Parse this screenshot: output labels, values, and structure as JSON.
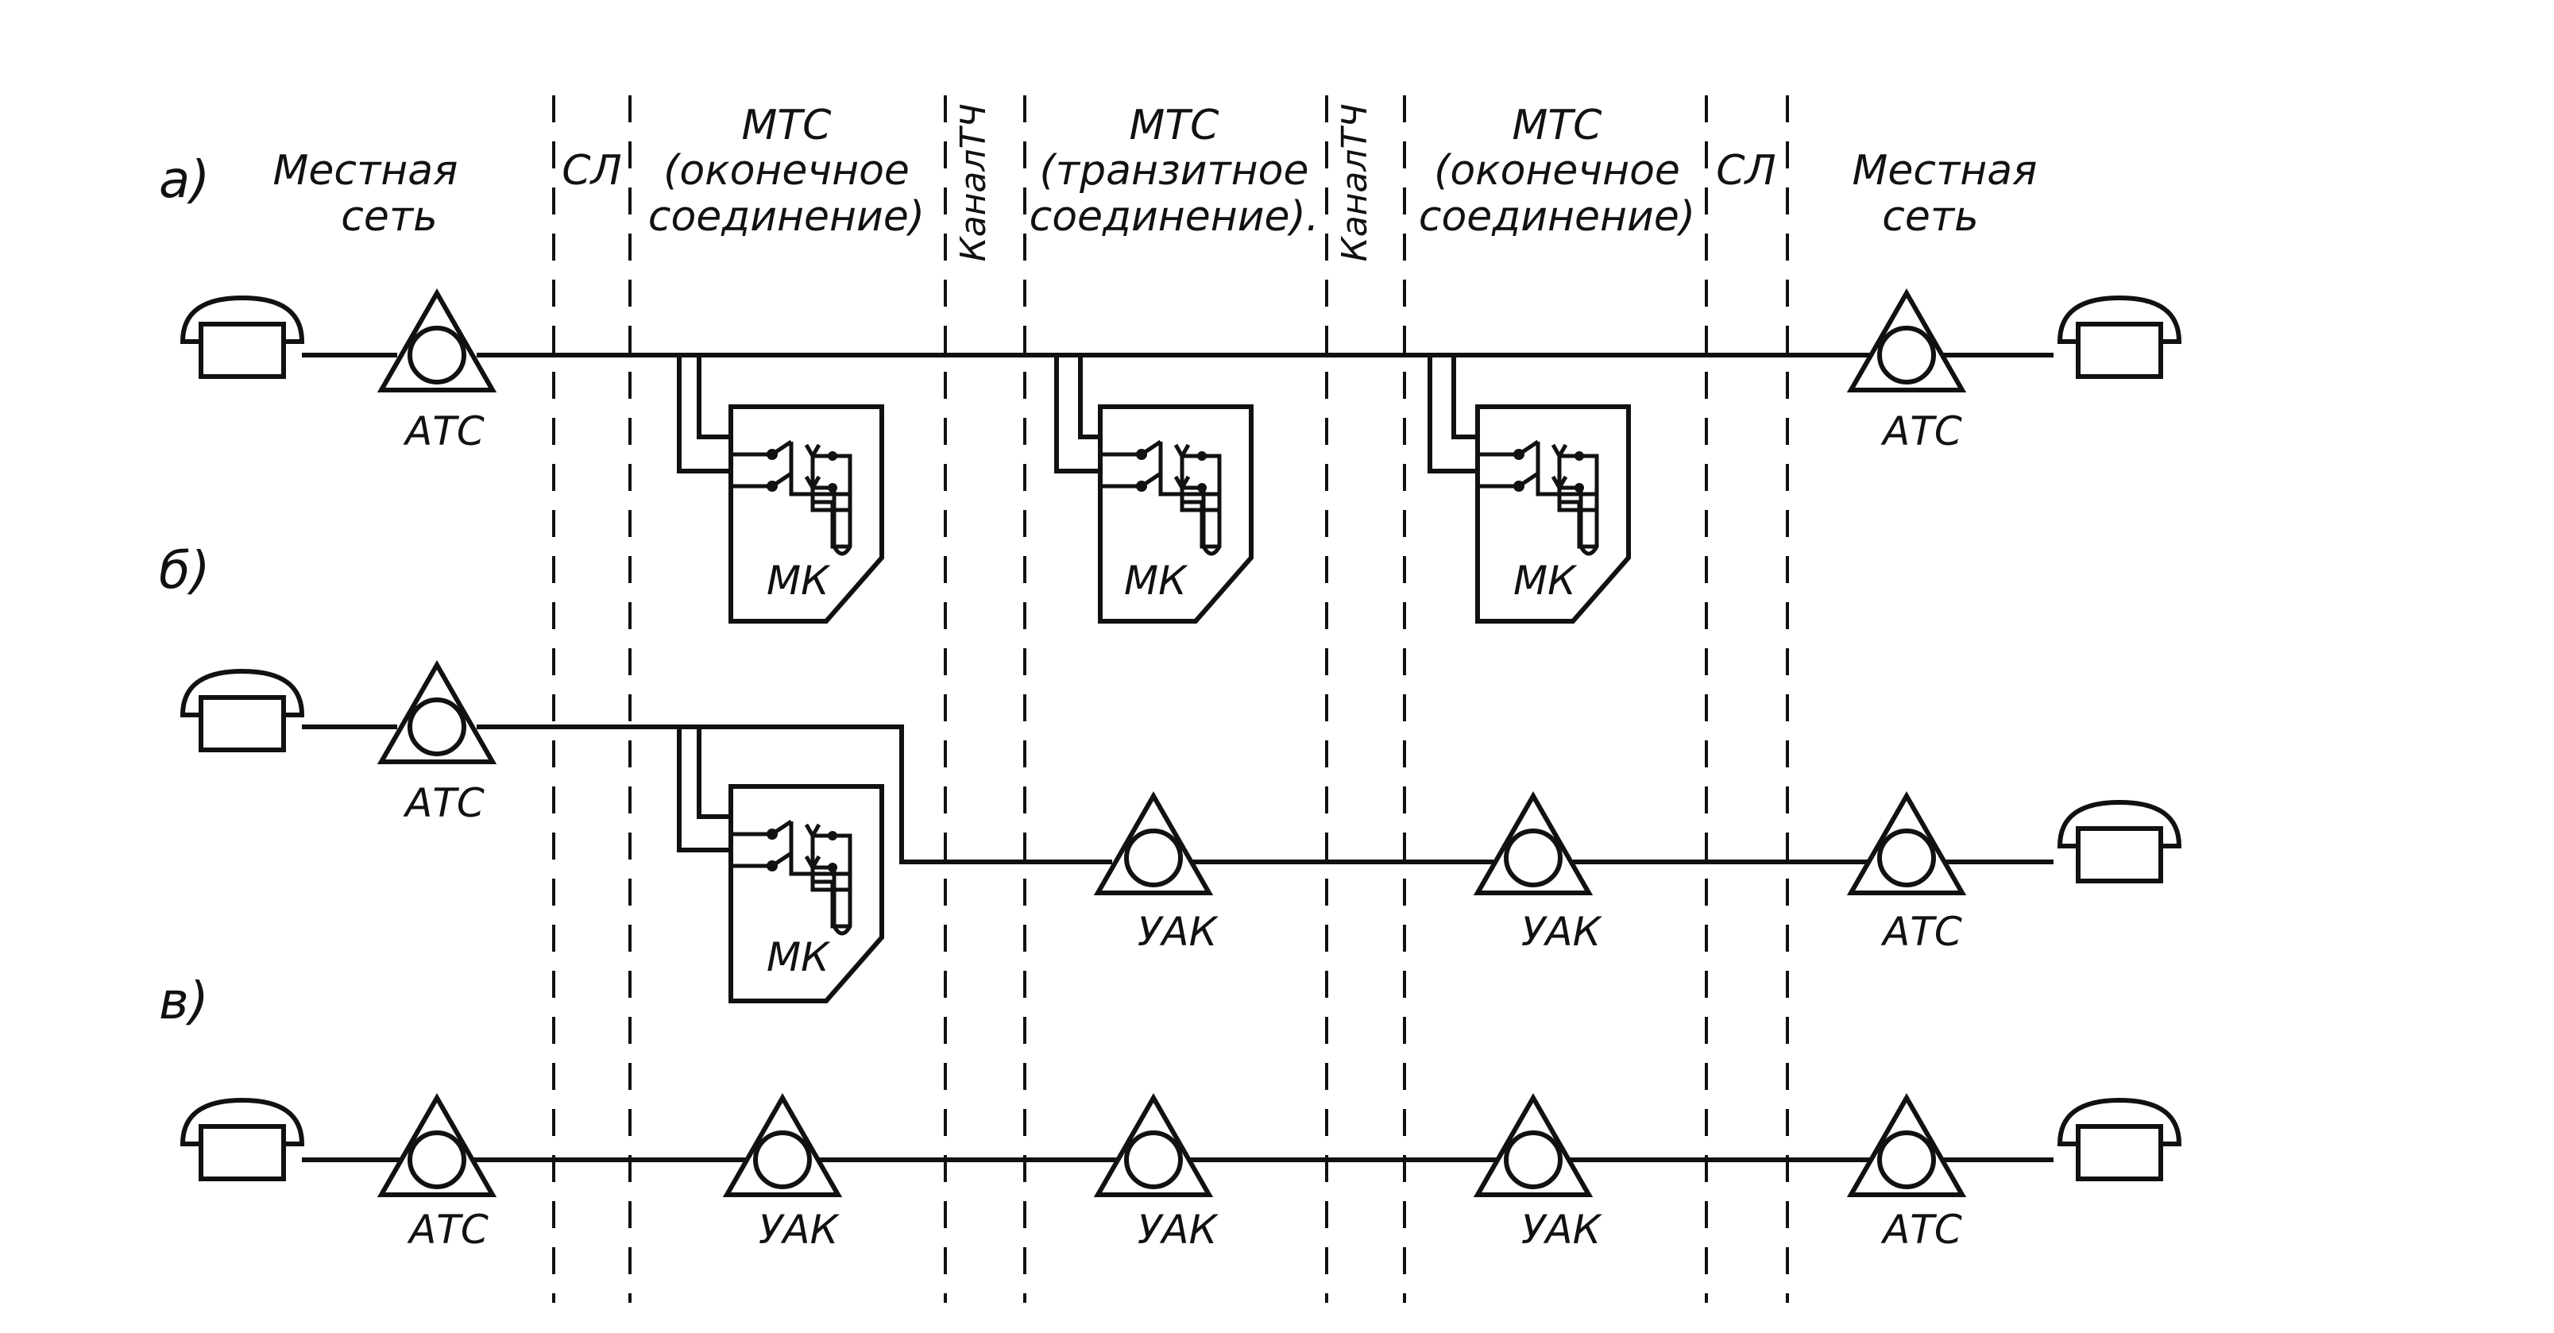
{
  "diagram": {
    "rows": {
      "a": "а)",
      "b": "б)",
      "v": "в)"
    },
    "zones": {
      "local_left_l1": "Местная",
      "local_left_l2": "сеть",
      "sl_left": "СЛ",
      "mtc_term_left_l1": "МТС",
      "mtc_term_left_l2": "(оконечное",
      "mtc_term_left_l3": "соединение)",
      "kanal_left": "КаналТЧ",
      "mtc_transit_l1": "МТС",
      "mtc_transit_l2": "(транзитное",
      "mtc_transit_l3": "соединение).",
      "kanal_right": "КаналТЧ",
      "mtc_term_right_l1": "МТС",
      "mtc_term_right_l2": "(оконечное",
      "mtc_term_right_l3": "соединение)",
      "sl_right": "СЛ",
      "local_right_l1": "Местная",
      "local_right_l2": "сеть"
    },
    "labels": {
      "atc": "АТС",
      "mk": "МК",
      "uak": "УАК"
    }
  }
}
